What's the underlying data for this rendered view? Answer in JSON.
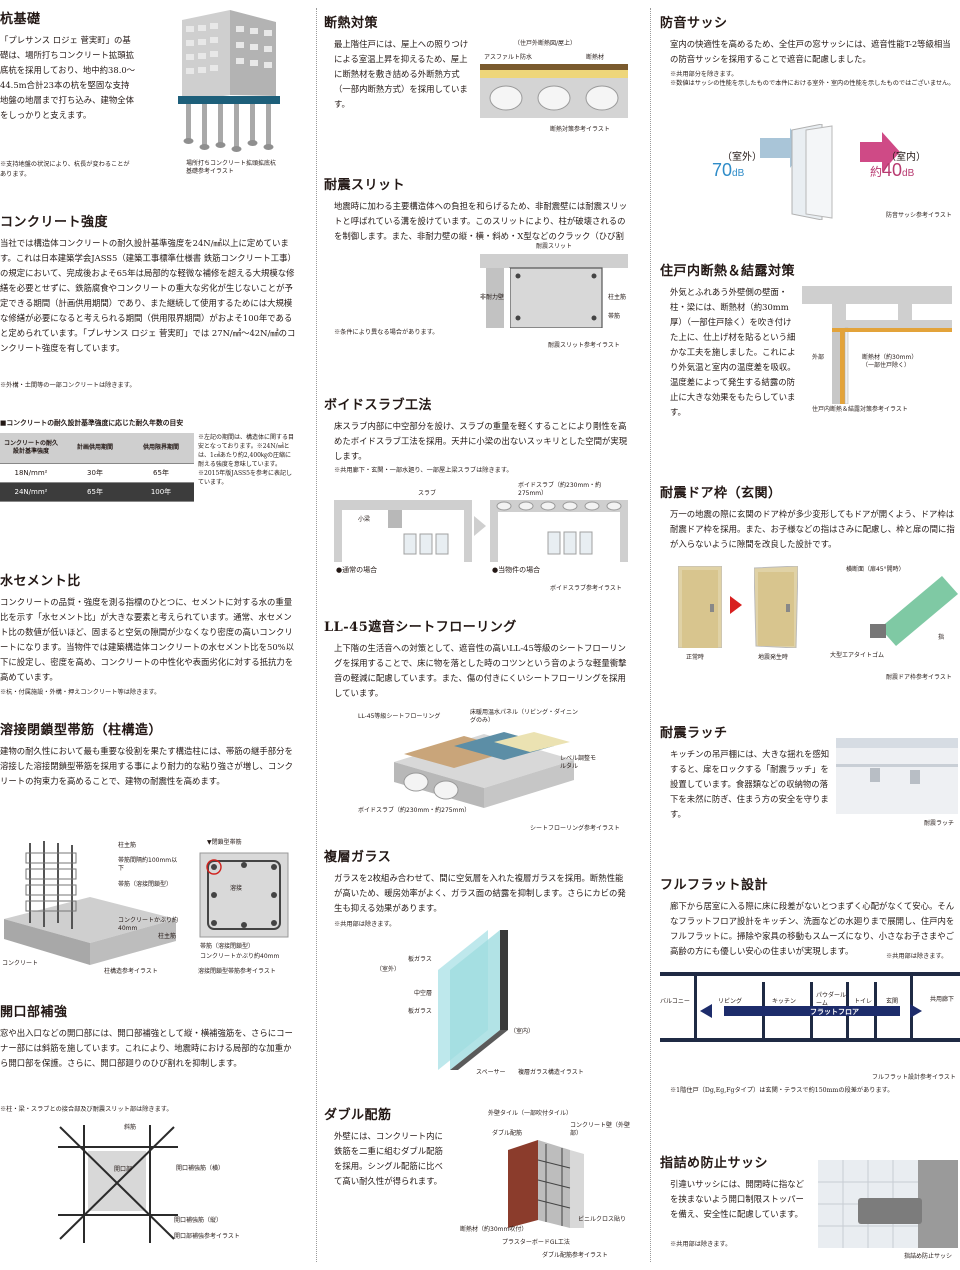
{
  "foundation": {
    "title": "杭基礎",
    "body": "「プレサンス ロジェ 菅実町」の基礎は、場所打ちコンクリート拡頭拡底杭を採用しており、地中約38.0～44.5m合計23本の杭を堅固な支持地盤の地層まで打ち込み、建物全体をしっかりと支えます。",
    "note": "※支持地盤の状況により、杭長が変わることがあります。",
    "caption": "場所打ちコンクリート拡頭拡底杭基礎参考イラスト"
  },
  "concrete": {
    "title": "コンクリート強度",
    "body": "当社では構造体コンクリートの耐久設計基準強度を24N/㎟以上に定めています。これは日本建築学会JASS5（建築工事標準仕様書 鉄筋コンクリート工事）の規定において、完成後およそ65年は局部的な軽微な補修を超える大規模な修繕を必要とせずに、鉄筋腐食やコンクリートの重大な劣化が生じないことが予定できる期間（計画供用期間）であり、また継続して使用するためには大規模な修繕が必要になると考えられる期間（供用限界期間）がおよそ100年であると定められています。「プレサンス ロジェ 菅実町」では 27N/㎟～42N/㎟のコンクリート強度を有しています。",
    "note": "※外構・土間等の一部コンクリートは除きます。",
    "table_title": "■コンクリートの耐久設計基準強度に応じた耐久年数の目安",
    "table_headers": [
      "コンクリートの耐久設計基準強度",
      "計画供用期間",
      "供用限界期間"
    ],
    "table_rows": [
      [
        "18N/mm²",
        "30年",
        "65年"
      ],
      [
        "24N/mm²",
        "65年",
        "100年"
      ]
    ],
    "table_notes": "※左記の期間は、構造体に関する目安となっております。※24N/㎟とは、1㎠あたり約2,400㎏の圧縮に耐える強度を意味しています。※2015年版JASS5を参考に表記しています。"
  },
  "water_cement": {
    "title": "水セメント比",
    "body": "コンクリートの品質・強度を測る指標のひとつに、セメントに対する水の重量比を示す「水セメント比」が大きな要素と考えられています。通常、水セメント比の数値が低いほど、固まると空気の隙間が少なくなり密度の高いコンクリートになります。当物件では建築構造体コンクリートの水セメント比を50%以下に設定し、密度を高め、コンクリートの中性化や表面劣化に対する抵抗力を高めています。",
    "note": "※杭・付属施設・外構・押えコンクリート等は除きます。"
  },
  "welded_hoop": {
    "title": "溶接閉鎖型帯筋（柱構造）",
    "body": "建物の耐久性において最も重要な役割を果たす構造柱には、帯筋の継手部分を溶接した溶接閉鎖型帯筋を採用する事により耐力的な粘り強さが増し、コンクリートの拘束力を高めることで、建物の耐震性を高めます。",
    "labels": {
      "main_bar": "柱主筋",
      "hoop_spacing": "帯筋間隔約100mm以下",
      "hoop": "帯筋（溶接閉鎖型）",
      "cover": "コンクリートかぶり約40mm",
      "concrete": "コンクリート",
      "closed_hoop": "▼閉鎖型帯筋",
      "weld": "溶接",
      "main_bar2": "柱主筋",
      "hoop2": "帯筋（溶接閉鎖型）",
      "cover2": "コンクリートかぶり約40mm"
    },
    "caption_left": "柱構造参考イラスト",
    "caption_right": "溶接閉鎖型帯筋参考イラスト"
  },
  "opening": {
    "title": "開口部補強",
    "body": "窓や出入口などの開口部には、開口部補強として縦・横補強筋を、さらにコーナー部には斜筋を施しています。これにより、地震時における局部的な加重から開口部を保護。さらに、開口部廻りのひび割れを抑制します。",
    "note": "※柱・梁・スラブとの接合部及び耐震スリット部は除きます。",
    "labels": {
      "diag": "斜筋",
      "opening": "開口部",
      "horiz": "開口補強筋（横）",
      "vert": "開口補強筋（縦）"
    },
    "caption": "開口部補強参考イラスト"
  },
  "insulation": {
    "title": "断熱対策",
    "body": "最上階住戸には、屋上への照りつけによる室温上昇を抑えるため、屋上に断熱材を敷き詰める外断熱方式（一部内断熱方式）を採用しています。",
    "labels": {
      "top": "（住戸外断熱図/屋上）",
      "asphalt": "アスファルト防水",
      "insul": "断熱材"
    },
    "caption": "断熱対策参考イラスト"
  },
  "slit": {
    "title": "耐震スリット",
    "body": "地震時に加わる主要構造体への負担を和らげるため、非耐震壁には耐震スリットと呼ばれている溝を設けています。このスリットにより、柱が破壊されるのを制御します。また、非耐力壁の縦・横・斜め・X型などのクラック（ひび割れ）を抑制し、もしもの場合にも、壁面全域にわたるクラックをスリット部分で遮断します。",
    "note": "※条件により異なる場合があります。",
    "labels": {
      "slit": "耐震スリット",
      "wall": "非耐力壁",
      "col": "柱主筋",
      "hoop": "帯筋"
    },
    "caption": "耐震スリット参考イラスト"
  },
  "void_slab": {
    "title": "ボイドスラブ工法",
    "body": "床スラブ内部に中空部分を設け、スラブの重量を軽くすることにより剛性を高めたボイドスラブ工法を採用。天井に小梁の出ないスッキリとした空間が実現します。",
    "note": "※共用廊下・玄関・一部水廻り、一部屋上梁スラブは除きます。",
    "labels": {
      "slab": "スラブ",
      "beam": "小梁",
      "void": "ボイドスラブ（約230mm・約275mm）",
      "normal": "●通常の場合",
      "ours": "●当物件の場合"
    },
    "caption": "ボイドスラブ参考イラスト"
  },
  "flooring": {
    "title": "LL-45遮音シートフローリング",
    "body": "上下階の生活音への対策として、遮音性の高いLL-45等級のシートフローリングを採用することで、床に物を落とした時のコツンという音のような軽量衝撃音の軽減に配慮しています。また、傷の付きにくいシートフローリングを採用しています。",
    "labels": {
      "floor": "LL-45等級シートフローリング",
      "heat": "床暖用温水パネル（リビング・ダイニングのみ）",
      "level": "レベル調整モルタル",
      "void": "ボイドスラブ（約230mm・約275mm）"
    },
    "caption": "シートフローリング参考イラスト"
  },
  "glass": {
    "title": "複層ガラス",
    "body": "ガラスを2枚組み合わせて、間に空気層を入れた複層ガラスを採用。断熱性能が高いため、暖房効率がよく、ガラス面の結露を抑制します。さらにカビの発生も抑える効果があります。",
    "note": "※共用部は除きます。",
    "labels": {
      "pane": "板ガラス",
      "out": "（室外）",
      "air": "中空層",
      "pane2": "板ガラス",
      "in": "（室内）",
      "spacer": "スペーサー"
    },
    "caption": "複層ガラス構造イラスト"
  },
  "double_bar": {
    "title": "ダブル配筋",
    "body": "外壁には、コンクリート内に鉄筋を二重に組むダブル配筋を採用。シングル配筋に比べて高い耐久性が得られます。",
    "labels": {
      "tile": "外壁タイル（一部吹付タイル）",
      "bar": "ダブル配筋",
      "wall": "コンクリート壁（外壁部）",
      "cloth": "ビニルクロス貼り",
      "insul": "断熱材（約30mm吹付）",
      "board": "プラスターボードGL工法"
    },
    "caption": "ダブル配筋参考イラスト"
  },
  "sash": {
    "title": "防音サッシ",
    "body": "室内の快適性を高めるため、全住戸の窓サッシには、遮音性能T-2等級相当の防音サッシを採用することで遮音に配慮しました。",
    "note1": "※共用部分を除きます。",
    "note2": "※数値はサッシの性能を示したもので本件における室外・室内の性能を示したものではございません。",
    "outside_label": "（室外）",
    "outside_value": "70",
    "outside_unit": "dB",
    "inside_label": "（室内）",
    "inside_prefix": "約",
    "inside_value": "40",
    "inside_unit": "dB",
    "caption": "防音サッシ参考イラスト"
  },
  "condensation": {
    "title": "住戸内断熱＆結露対策",
    "body": "外気とふれあう外壁側の壁面・柱・梁には、断熱材（約30mm厚）（一部住戸除く）を吹き付けた上に、仕上げ材を貼るという細かな工夫を施しました。これにより外気温と室内の温度差を吸収。温度差によって発生する結露の防止に大きな効果をもたらしています。",
    "labels": {
      "out": "外部",
      "insul": "断熱材（約30mm）（一部住戸除く）"
    },
    "caption": "住戸内断熱＆結露対策参考イラスト"
  },
  "door": {
    "title": "耐震ドア枠（玄関）",
    "body": "万一の地震の際に玄関のドア枠が多少変形してもドアが開くよう、ドア枠は耐震ドア枠を採用。また、お子様などの指はさみに配慮し、枠と扉の間に指が入らないように隙間を改良した設計です。",
    "labels": {
      "normal": "正常時",
      "deform": "地震発生時",
      "section": "横断面（扉45°開時）",
      "rubber": "大型エアタイトゴム",
      "finger": "指"
    },
    "caption": "耐震ドア枠参考イラスト"
  },
  "latch": {
    "title": "耐震ラッチ",
    "body": "キッチンの吊戸棚には、大きな揺れを感知すると、扉をロックする「耐震ラッチ」を設置しています。食器類などの収納物の落下を未然に防ぎ、住まう方の安全を守ります。",
    "caption": "耐震ラッチ"
  },
  "flat": {
    "title": "フルフラット設計",
    "body": "廊下から居室に入る際に床に段差がないとつまずく心配がなくて安心。そんなフラットフロア設計をキッチン、洗面などの水廻りまで展開し、住戸内をフルフラットに。掃除や家具の移動もスムーズになり、小さなお子さまやご高齢の方にも優しい安心の住まいが実現します。",
    "note": "※共用部は除きます。",
    "rooms": [
      "バルコニー",
      "リビング",
      "キッチン",
      "パウダールーム",
      "トイレ",
      "玄関",
      "共用廊下"
    ],
    "flat_label": "フラットフロア",
    "note2": "※1階住戸（Dg,Eg,Fgタイプ）は玄関・テラスで約150mmの段差があります。",
    "caption": "フルフラット設計参考イラスト"
  },
  "finger_sash": {
    "title": "指詰め防止サッシ",
    "body": "引違いサッシには、開閉時に指などを挟まないよう開口制限ストッパーを備え、安全性に配慮しています。",
    "note": "※共用部は除きます。",
    "caption": "指詰め防止サッシ"
  }
}
